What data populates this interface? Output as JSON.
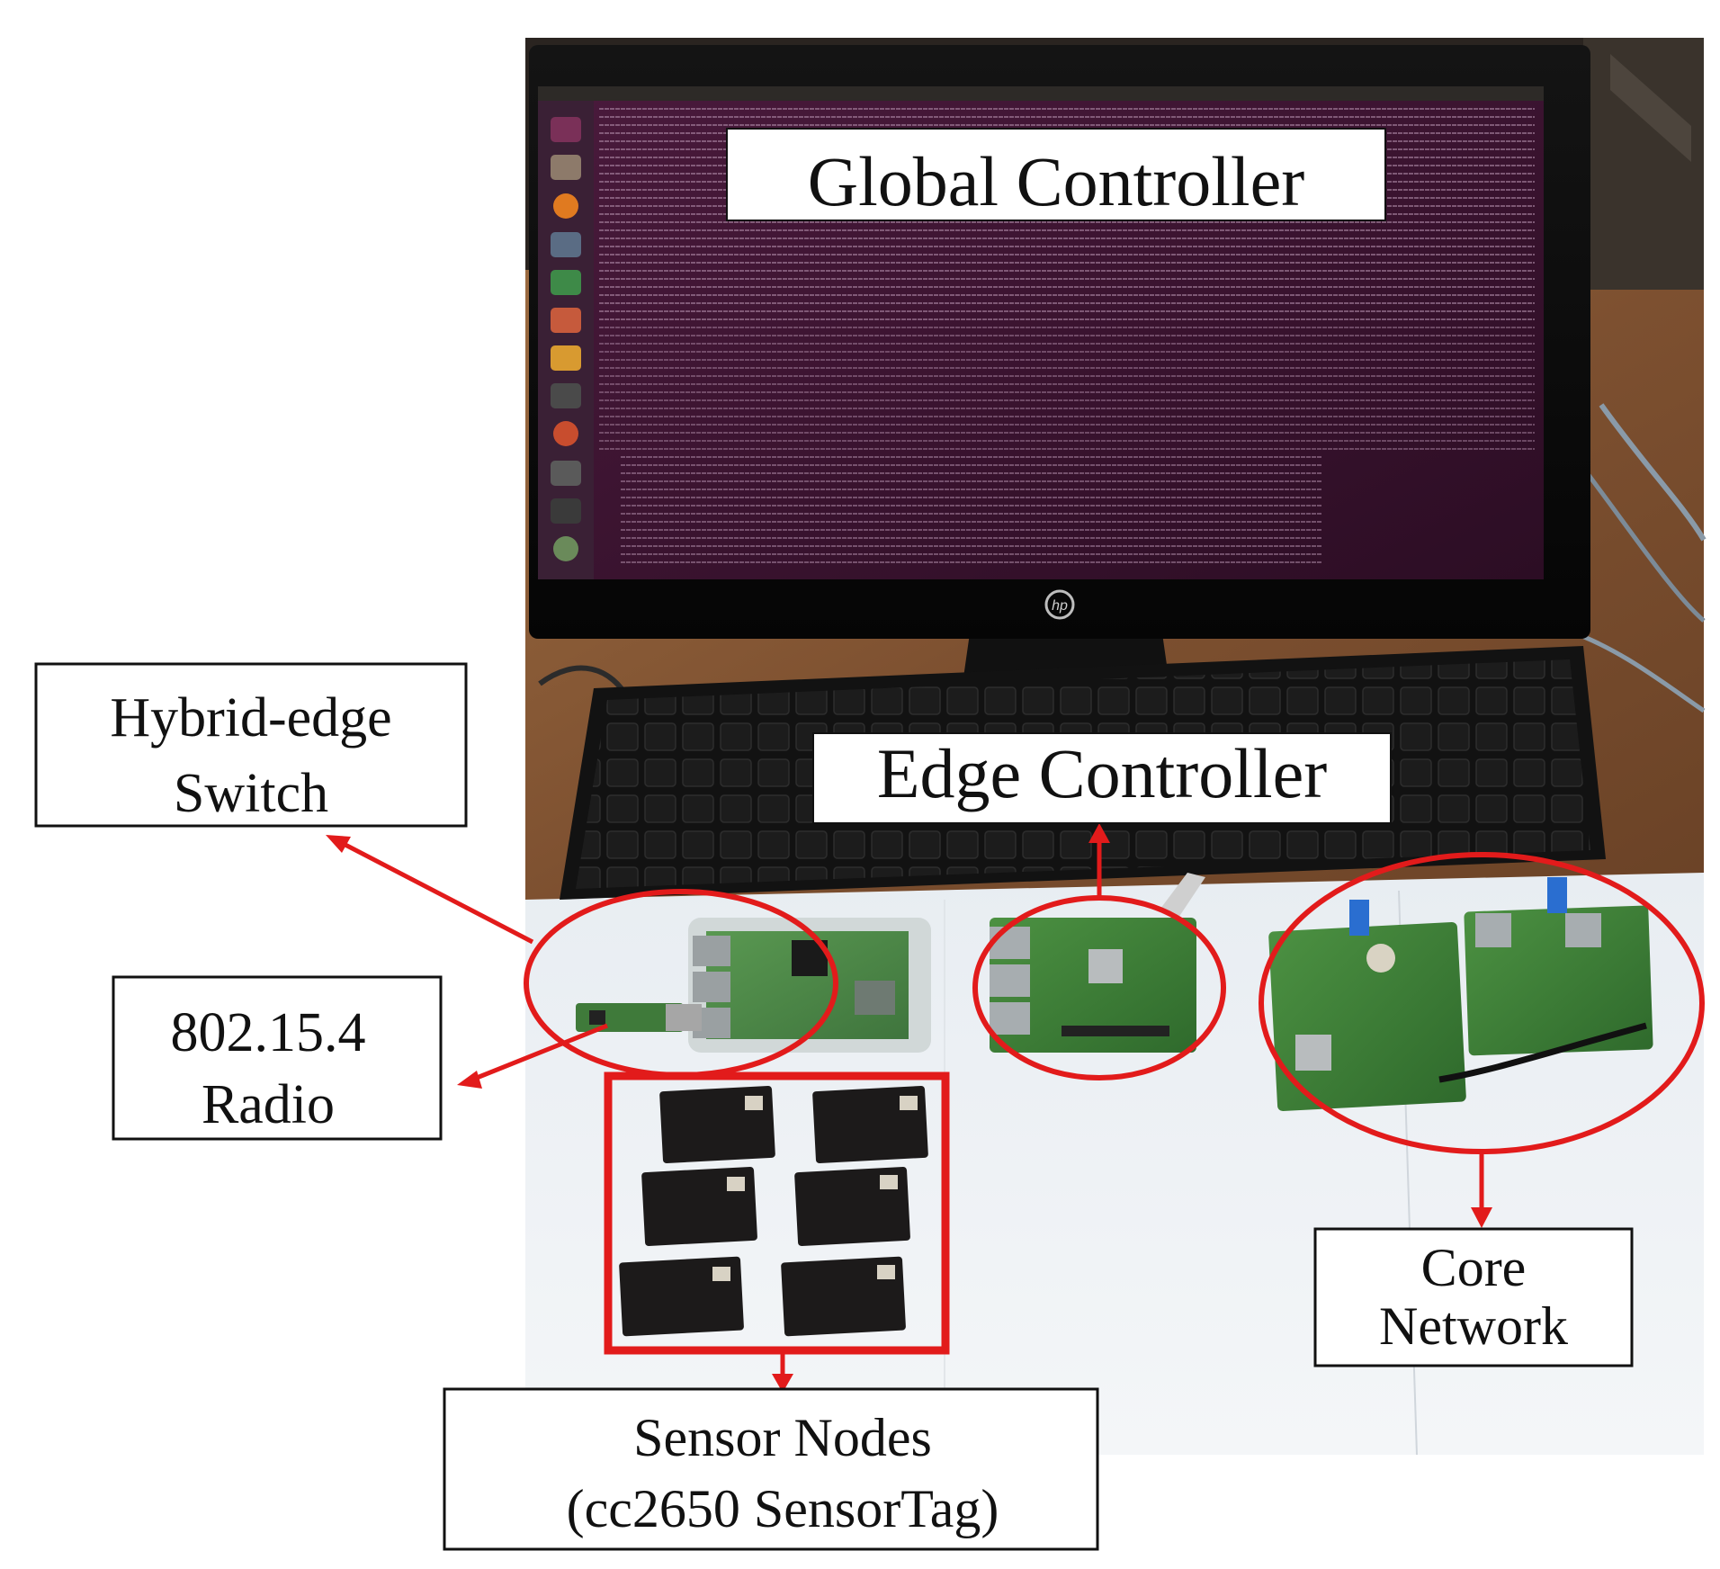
{
  "labels": {
    "global_controller": "Global Controller",
    "edge_controller": "Edge Controller",
    "hybrid_edge_line1": "Hybrid-edge",
    "hybrid_edge_line2": "Switch",
    "radio_line1": "802.15.4",
    "radio_line2": "Radio",
    "core_line1": "Core",
    "core_line2": "Network",
    "sensor_line1": "Sensor Nodes",
    "sensor_line2": "(cc2650 SensorTag)"
  },
  "monitor_brand": "hp",
  "colors": {
    "annotation_red": "#e21b1b",
    "terminal_bg": "#3b1330",
    "terminal_text": "#c9aac4",
    "desk_wood": "#8a5a34",
    "paper": "#eef1f4",
    "pcb_green": "#3f7f3a",
    "sensor_board": "#1c1a1a"
  }
}
